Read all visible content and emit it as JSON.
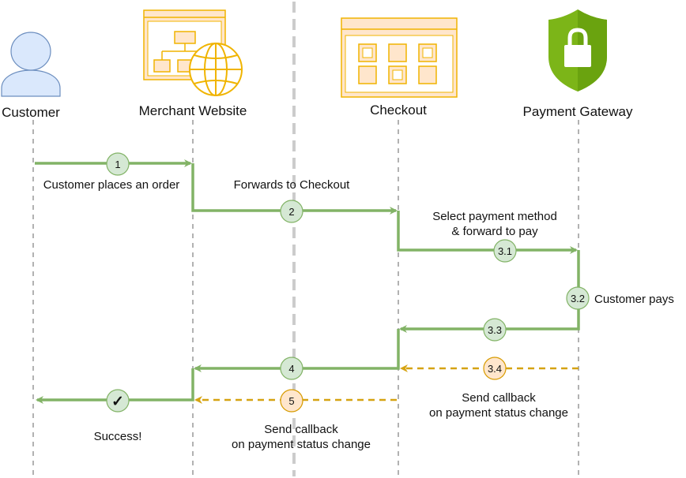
{
  "actors": [
    {
      "id": "customer",
      "label": "Customer",
      "icon": "user-icon"
    },
    {
      "id": "merchant",
      "label": "Merchant Website",
      "icon": "website-sitemap-globe-icon"
    },
    {
      "id": "checkout",
      "label": "Checkout",
      "icon": "checkout-grid-icon"
    },
    {
      "id": "gateway",
      "label": "Payment Gateway",
      "icon": "shield-lock-icon"
    }
  ],
  "steps": [
    {
      "badge": "1",
      "label": "Customer places an order",
      "from": "customer",
      "to": "merchant",
      "style": "solid"
    },
    {
      "badge": "2",
      "label": "Forwards to Checkout",
      "from": "merchant",
      "to": "checkout",
      "style": "solid"
    },
    {
      "badge": "3.1",
      "label_lines": [
        "Select payment method",
        "& forward to pay"
      ],
      "from": "checkout",
      "to": "gateway",
      "style": "solid"
    },
    {
      "badge": "3.2",
      "label": "Customer pays",
      "from": "gateway",
      "to": "gateway",
      "style": "solid"
    },
    {
      "badge": "3.3",
      "label": "",
      "from": "gateway",
      "to": "checkout",
      "style": "solid"
    },
    {
      "badge": "3.4",
      "label_lines": [
        "Send callback",
        "on payment status change"
      ],
      "from": "gateway",
      "to": "checkout",
      "style": "dashed"
    },
    {
      "badge": "4",
      "label": "",
      "from": "checkout",
      "to": "merchant",
      "style": "solid"
    },
    {
      "badge": "5",
      "label_lines": [
        "Send callback",
        "on payment status change"
      ],
      "from": "checkout",
      "to": "merchant",
      "style": "dashed"
    },
    {
      "badge": "✓",
      "label": "Success!",
      "from": "merchant",
      "to": "customer",
      "style": "solid"
    }
  ],
  "colors": {
    "solid_arrow": "#82b366",
    "dashed_arrow": "#d6a312",
    "badge_green_fill": "#d5e8d4",
    "badge_green_stroke": "#82b366",
    "badge_orange_fill": "#ffe6cc",
    "badge_orange_stroke": "#d79b00",
    "lifeline": "#999999",
    "separator": "#cccccc",
    "icon_orange": "#f0b400",
    "icon_orange_fill": "#ffe6cc",
    "user_fill": "#dae8fc",
    "user_stroke": "#6c8ebf",
    "shield": "#7cb518"
  }
}
